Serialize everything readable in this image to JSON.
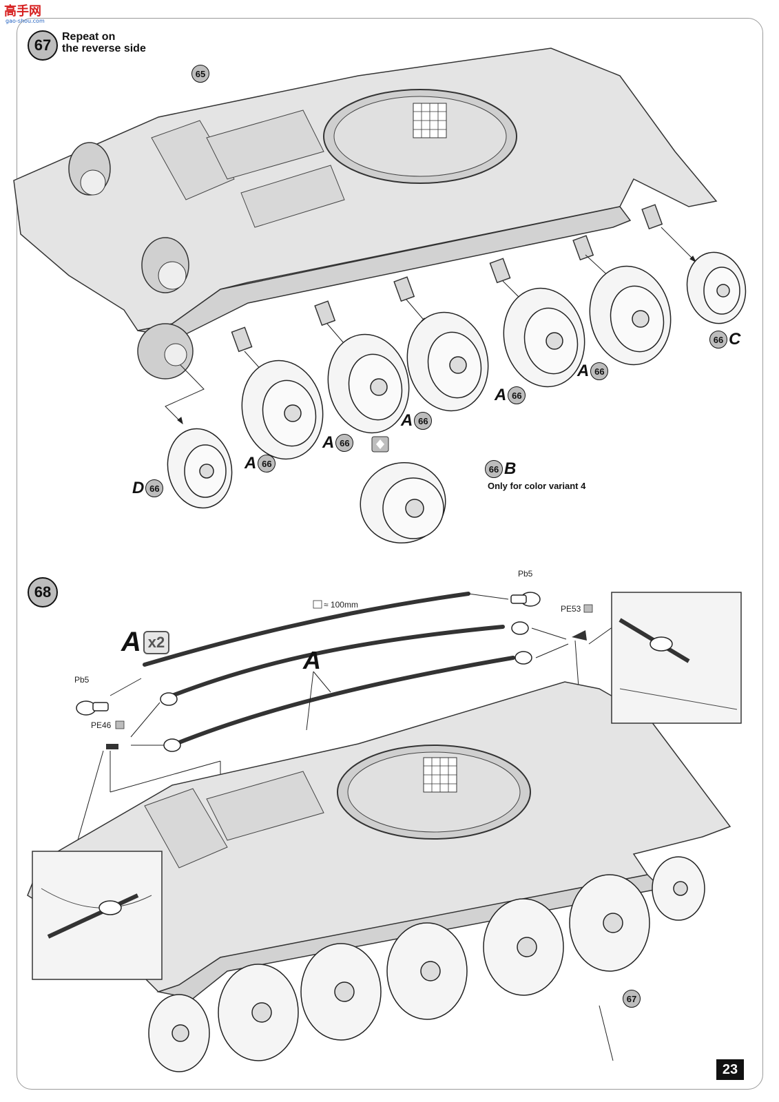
{
  "header": {
    "logo_text": "高手网",
    "logo_url": "gao-shou.com"
  },
  "steps": [
    {
      "number": "67",
      "note": "Repeat on\nthe reverse side",
      "callouts": {
        "hull_ref": "65",
        "wheel_refs": [
          {
            "letter": "A",
            "number": "66"
          },
          {
            "letter": "A",
            "number": "66"
          },
          {
            "letter": "A",
            "number": "66"
          },
          {
            "letter": "A",
            "number": "66"
          },
          {
            "letter": "A",
            "number": "66"
          }
        ],
        "idler": {
          "letter": "D",
          "number": "66"
        },
        "drive_sprocket": {
          "letter": "C",
          "number": "66"
        },
        "variant_wheel": {
          "letter": "B",
          "number": "66",
          "note": "Only for color variant 4"
        }
      }
    },
    {
      "number": "68",
      "callouts": {
        "cable_letter": "A",
        "cable_multiplier": "x2",
        "cable_label": "A",
        "cable_length": "≈ 100mm",
        "part_pb5_left": "Pb5",
        "part_pb5_right": "Pb5",
        "part_pe46": "PE46",
        "part_pe53": "PE53",
        "hull_ref": "67"
      }
    }
  ],
  "footer": {
    "page_number": "23"
  }
}
